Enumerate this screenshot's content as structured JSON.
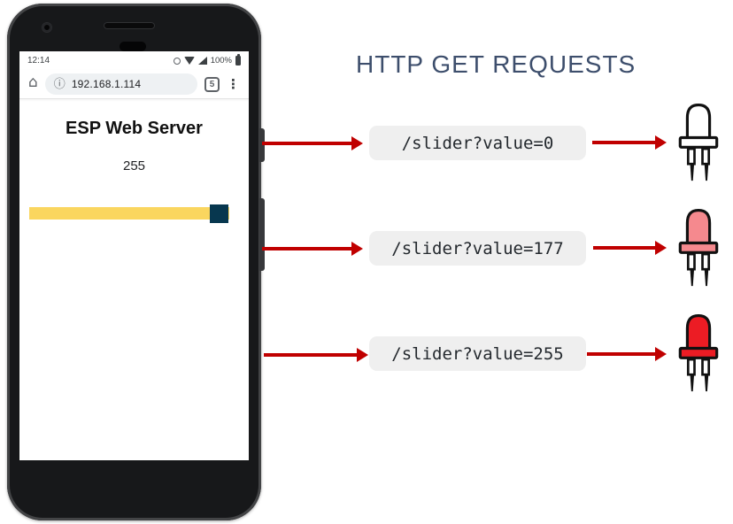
{
  "title": "HTTP GET REQUESTS",
  "phone": {
    "status": {
      "time": "12:14",
      "battery_pct": "100%"
    },
    "browser": {
      "url": "192.168.1.114",
      "tab_count": "5",
      "menu_glyph": "⋮",
      "home_glyph": "⌂",
      "info_glyph": "ⓘ"
    },
    "page": {
      "heading": "ESP Web Server",
      "slider_value": "255"
    }
  },
  "requests": [
    {
      "path": "/slider?value=0",
      "led_state": "off",
      "led_fill": "#FFFFFF"
    },
    {
      "path": "/slider?value=177",
      "led_state": "dim",
      "led_fill": "#F5898E"
    },
    {
      "path": "/slider?value=255",
      "led_state": "bright",
      "led_fill": "#EC1C24"
    }
  ],
  "colors": {
    "arrow": "#C00000",
    "title_text": "#3D4E6C",
    "code_box_bg": "#EFEFEF",
    "slider_track": "#FAD65F",
    "slider_thumb": "#07374F",
    "led_outline": "#111111"
  }
}
